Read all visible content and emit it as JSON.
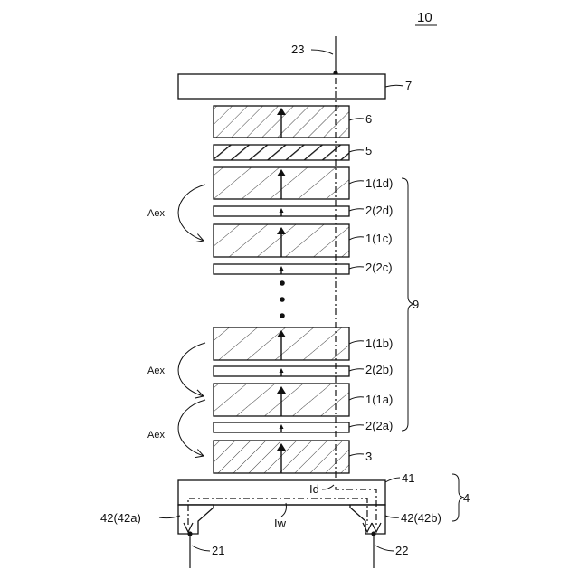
{
  "figure_number": "10",
  "labels": {
    "l7": "7",
    "l6": "6",
    "l5": "5",
    "l23": "23",
    "l1d": "1(1d)",
    "l2d": "2(2d)",
    "l1c": "1(1c)",
    "l2c": "2(2c)",
    "l1b": "1(1b)",
    "l2b": "2(2b)",
    "l1a": "1(1a)",
    "l2a": "2(2a)",
    "l3": "3",
    "l9": "9",
    "l41": "41",
    "l4": "4",
    "l42a": "42(42a)",
    "l42b": "42(42b)",
    "lId": "Id",
    "lIw": "Iw",
    "l21": "21",
    "l22": "22",
    "aex1": "Aex",
    "aex2": "Aex",
    "aex3": "Aex"
  }
}
